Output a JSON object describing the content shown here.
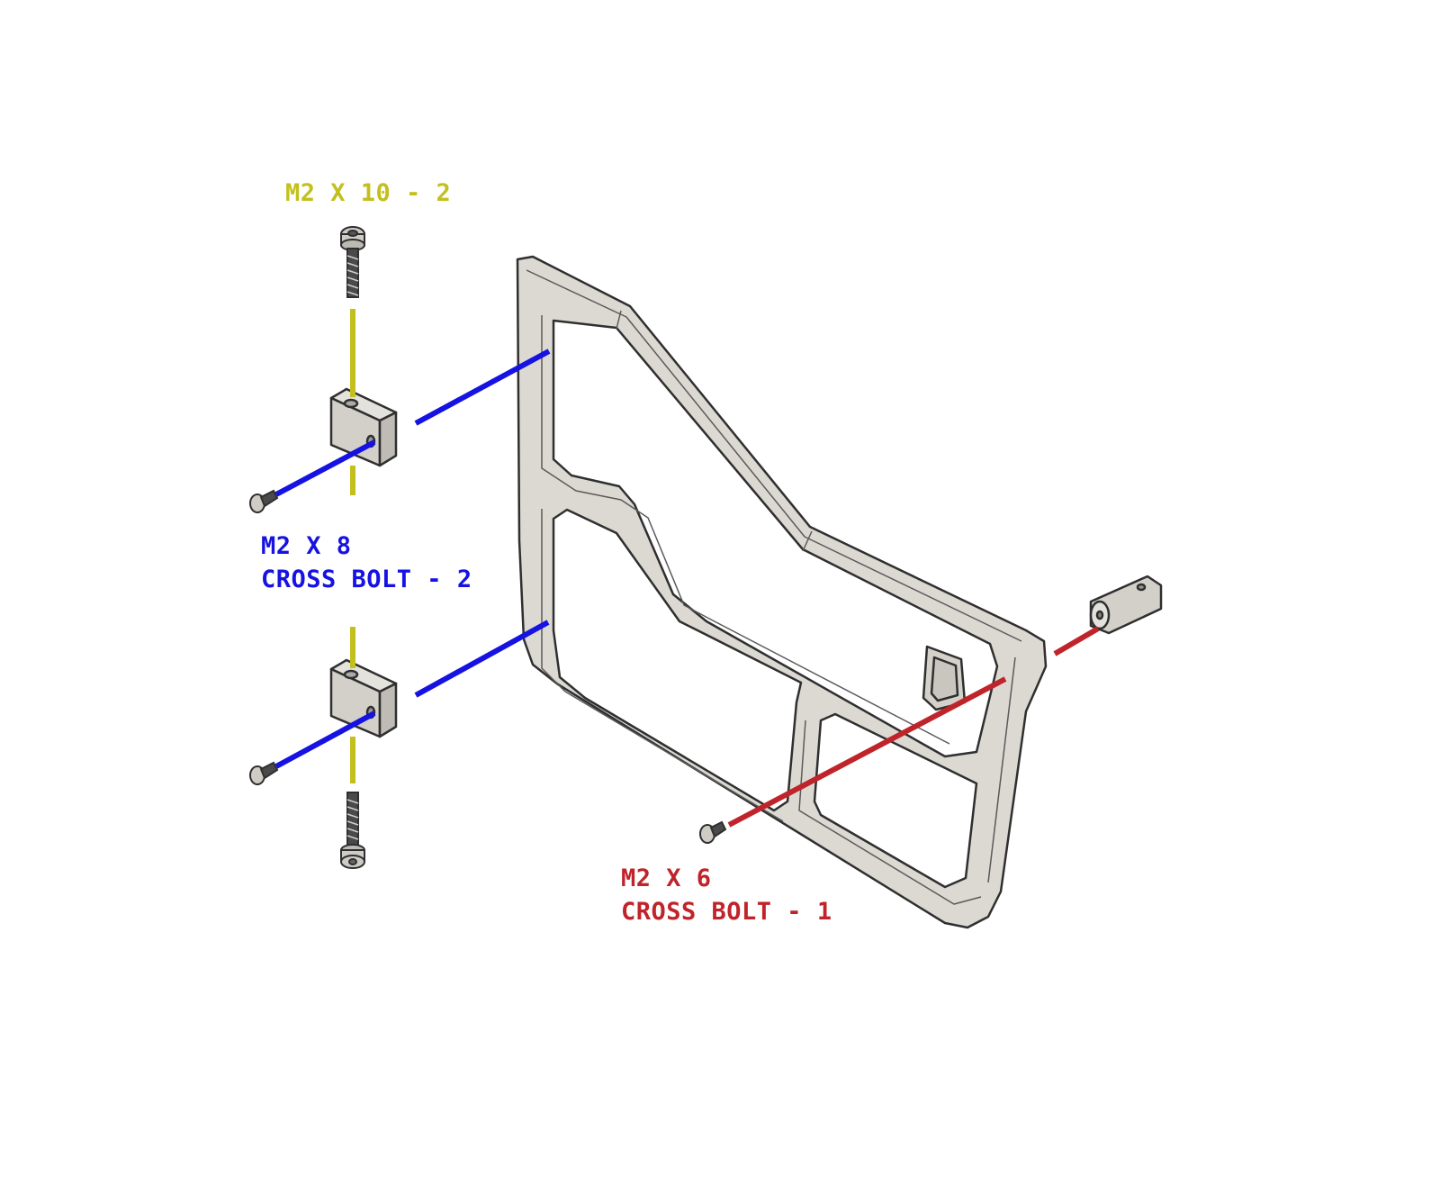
{
  "colors": {
    "yellow_callout": "#c3c01e",
    "blue_callout": "#1512e2",
    "red_callout": "#c0242b",
    "part_fill": "#d9d6d0",
    "part_stroke": "#3a3a3a"
  },
  "callouts": {
    "top_screw": {
      "text": "M2 X 10 - 2"
    },
    "cross_bolt_2": {
      "line1": "M2 X 8",
      "line2": "CROSS BOLT - 2"
    },
    "cross_bolt_1": {
      "line1": "M2 X 6",
      "line2": "CROSS BOLT - 1"
    }
  },
  "parts": {
    "door_frame": "tube-door-frame",
    "hinge_blocks": 2,
    "latch_pin": "latch-pin",
    "socket_screws": 2,
    "cross_bolts": 3
  }
}
